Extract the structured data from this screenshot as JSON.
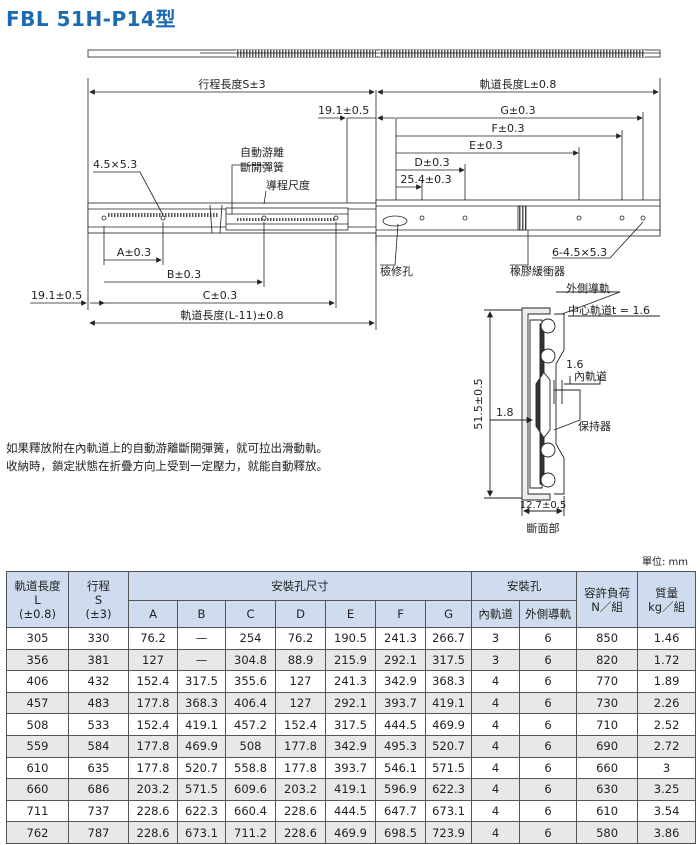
{
  "title": "FBL 51H-P14型",
  "drawing": {
    "stroke_label": "行程長度S±3",
    "rail_length_label": "軌道長度L±0.8",
    "dim_19_1_top": "19.1±0.5",
    "dim_G": "G±0.3",
    "dim_F": "F±0.3",
    "dim_E": "E±0.3",
    "dim_D": "D±0.3",
    "dim_25_4": "25.4±0.3",
    "auto_release_spring_1": "自動游離",
    "auto_release_spring_2": "斷開彈簧",
    "guide_scale": "導程尺度",
    "hole_4_5": "4.5×5.3",
    "dim_A": "A±0.3",
    "dim_B": "B±0.3",
    "dim_C": "C±0.3",
    "dim_19_1_bottom": "19.1±0.5",
    "rail_length_l11": "軌道長度(L-11)±0.8",
    "inspection_hole": "檢修孔",
    "rubber_buffer": "橡膠緩衝器",
    "hole_6": "6-4.5×5.3"
  },
  "section": {
    "outer_rail": "外側導軌",
    "center_rail": "中心軌道t = 1.6",
    "dim_1_6": "1.6",
    "inner_rail": "內軌道",
    "dim_1_8": "1.8",
    "retainer": "保持器",
    "height": "51.5±0.5",
    "width": "12.7±0.5",
    "caption": "斷面部"
  },
  "note": {
    "line1": "如果釋放附在內軌道上的自動游離斷開彈簧，就可拉出滑動軌。",
    "line2": "收納時，鎖定狀態在折疊方向上受到一定壓力，就能自動釋放。"
  },
  "unit": "單位: mm",
  "table": {
    "h_rail_length": "軌道長度",
    "h_rail_length_sym": "L",
    "h_rail_length_tol": "(±0.8)",
    "h_stroke": "行程",
    "h_stroke_sym": "S",
    "h_stroke_tol": "(±3)",
    "h_mount_dims": "安裝孔尺寸",
    "h_mount_holes": "安裝孔",
    "h_load": "容許負荷",
    "h_load_unit": "N／組",
    "h_mass": "質量",
    "h_mass_unit": "kg／組",
    "h_A": "A",
    "h_B": "B",
    "h_C": "C",
    "h_D": "D",
    "h_E": "E",
    "h_F": "F",
    "h_G": "G",
    "h_inner": "內軌道",
    "h_outer": "外側導軌",
    "rows": [
      [
        "305",
        "330",
        "76.2",
        "—",
        "254",
        "76.2",
        "190.5",
        "241.3",
        "266.7",
        "3",
        "6",
        "850",
        "1.46"
      ],
      [
        "356",
        "381",
        "127",
        "—",
        "304.8",
        "88.9",
        "215.9",
        "292.1",
        "317.5",
        "3",
        "6",
        "820",
        "1.72"
      ],
      [
        "406",
        "432",
        "152.4",
        "317.5",
        "355.6",
        "127",
        "241.3",
        "342.9",
        "368.3",
        "4",
        "6",
        "770",
        "1.89"
      ],
      [
        "457",
        "483",
        "177.8",
        "368.3",
        "406.4",
        "127",
        "292.1",
        "393.7",
        "419.1",
        "4",
        "6",
        "730",
        "2.26"
      ],
      [
        "508",
        "533",
        "152.4",
        "419.1",
        "457.2",
        "152.4",
        "317.5",
        "444.5",
        "469.9",
        "4",
        "6",
        "710",
        "2.52"
      ],
      [
        "559",
        "584",
        "177.8",
        "469.9",
        "508",
        "177.8",
        "342.9",
        "495.3",
        "520.7",
        "4",
        "6",
        "690",
        "2.72"
      ],
      [
        "610",
        "635",
        "177.8",
        "520.7",
        "558.8",
        "177.8",
        "393.7",
        "546.1",
        "571.5",
        "4",
        "6",
        "660",
        "3"
      ],
      [
        "660",
        "686",
        "203.2",
        "571.5",
        "609.6",
        "203.2",
        "419.1",
        "596.9",
        "622.3",
        "4",
        "6",
        "630",
        "3.25"
      ],
      [
        "711",
        "737",
        "228.6",
        "622.3",
        "660.4",
        "228.6",
        "444.5",
        "647.7",
        "673.1",
        "4",
        "6",
        "610",
        "3.54"
      ],
      [
        "762",
        "787",
        "228.6",
        "673.1",
        "711.2",
        "228.6",
        "469.9",
        "698.5",
        "723.9",
        "4",
        "6",
        "580",
        "3.86"
      ]
    ]
  }
}
